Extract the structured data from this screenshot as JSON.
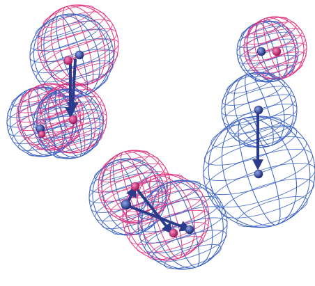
{
  "colors": {
    "structure_a": "#3d63c4",
    "structure_b": "#e0357f",
    "atom_a": "#28377f",
    "atom_b": "#b21f68",
    "arrow": "#2a3b8c",
    "background": "#ffffff"
  },
  "structures": [
    "structure-a",
    "structure-b"
  ],
  "groups": [
    "group-left",
    "group-bottom",
    "group-right"
  ]
}
